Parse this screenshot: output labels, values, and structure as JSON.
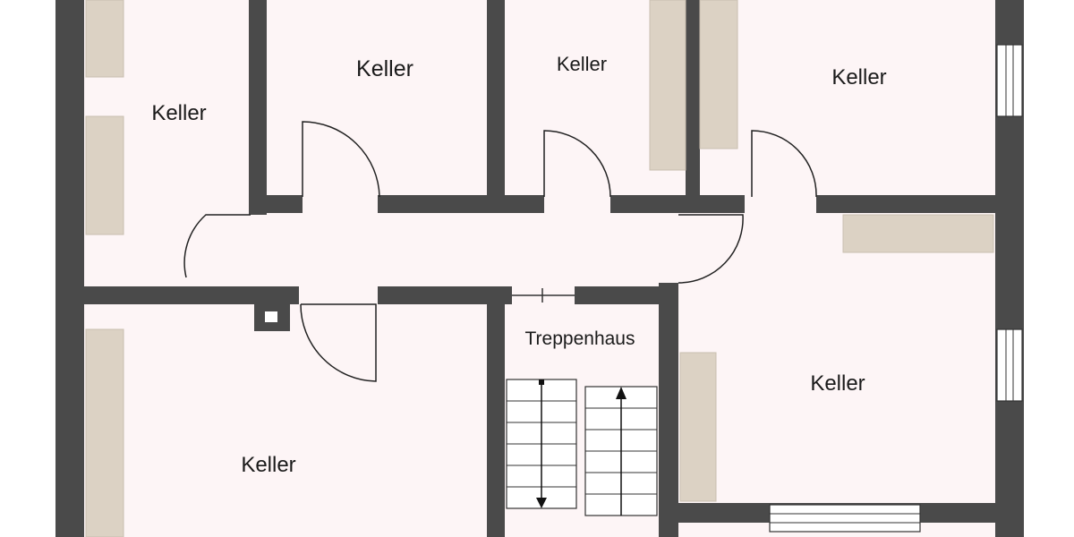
{
  "rooms": {
    "keller_left_top": "Keller",
    "keller_mid_left": "Keller",
    "keller_mid_right": "Keller",
    "keller_right_top": "Keller",
    "keller_left_bottom": "Keller",
    "keller_right_bottom": "Keller",
    "stairwell": "Treppenhaus"
  },
  "colors": {
    "wall": "#4a4a4a",
    "floor": "#fdf5f6",
    "shelf": "#dcd2c4"
  }
}
